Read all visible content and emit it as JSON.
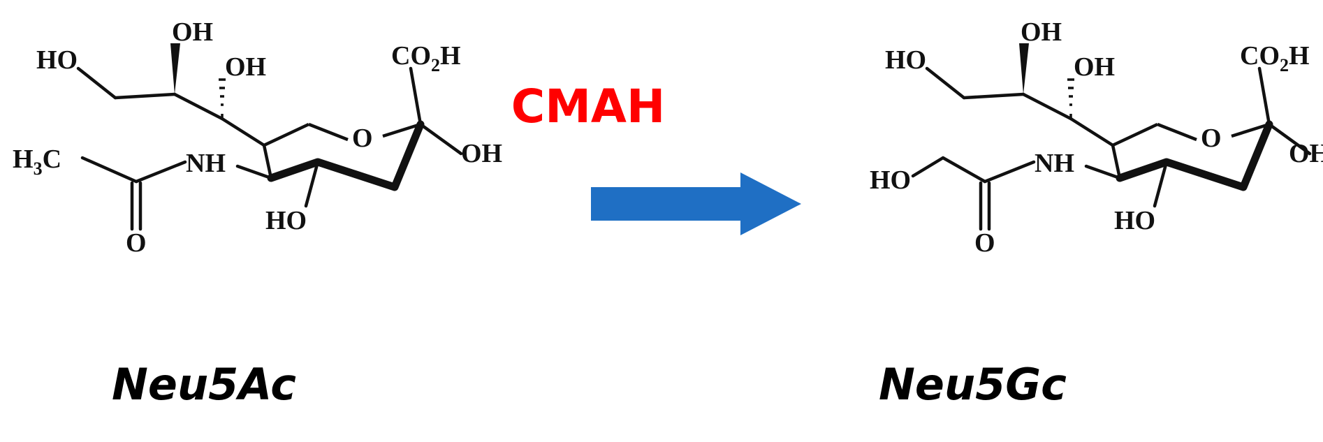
{
  "colors": {
    "enzyme": "#ff0000",
    "arrow": "#1f6fc4",
    "ink": "#111111"
  },
  "reaction": {
    "enzyme_label": "CMAH",
    "arrow_icon": "right-arrow"
  },
  "substrate": {
    "name": "Neu5Ac",
    "atoms": {
      "hydroxymethyl": "HO",
      "c8_oh": "OH",
      "c7_oh": "OH",
      "carboxyl": "CO",
      "carboxyl_sub": "2",
      "carboxyl_h": "H",
      "ring_o": "O",
      "anomeric_oh": "OH",
      "acyl_start": "H",
      "acyl_sub": "3",
      "acyl_end": "C",
      "amide_nh": "NH",
      "carbonyl_o": "O",
      "c4_oh": "HO"
    }
  },
  "product": {
    "name": "Neu5Gc",
    "atoms": {
      "hydroxymethyl": "HO",
      "c8_oh": "OH",
      "c7_oh": "OH",
      "carboxyl": "CO",
      "carboxyl_sub": "2",
      "carboxyl_h": "H",
      "ring_o": "O",
      "anomeric_oh": "OH",
      "glycolyl_oh": "HO",
      "amide_nh": "NH",
      "carbonyl_o": "O",
      "c4_oh": "HO"
    }
  }
}
